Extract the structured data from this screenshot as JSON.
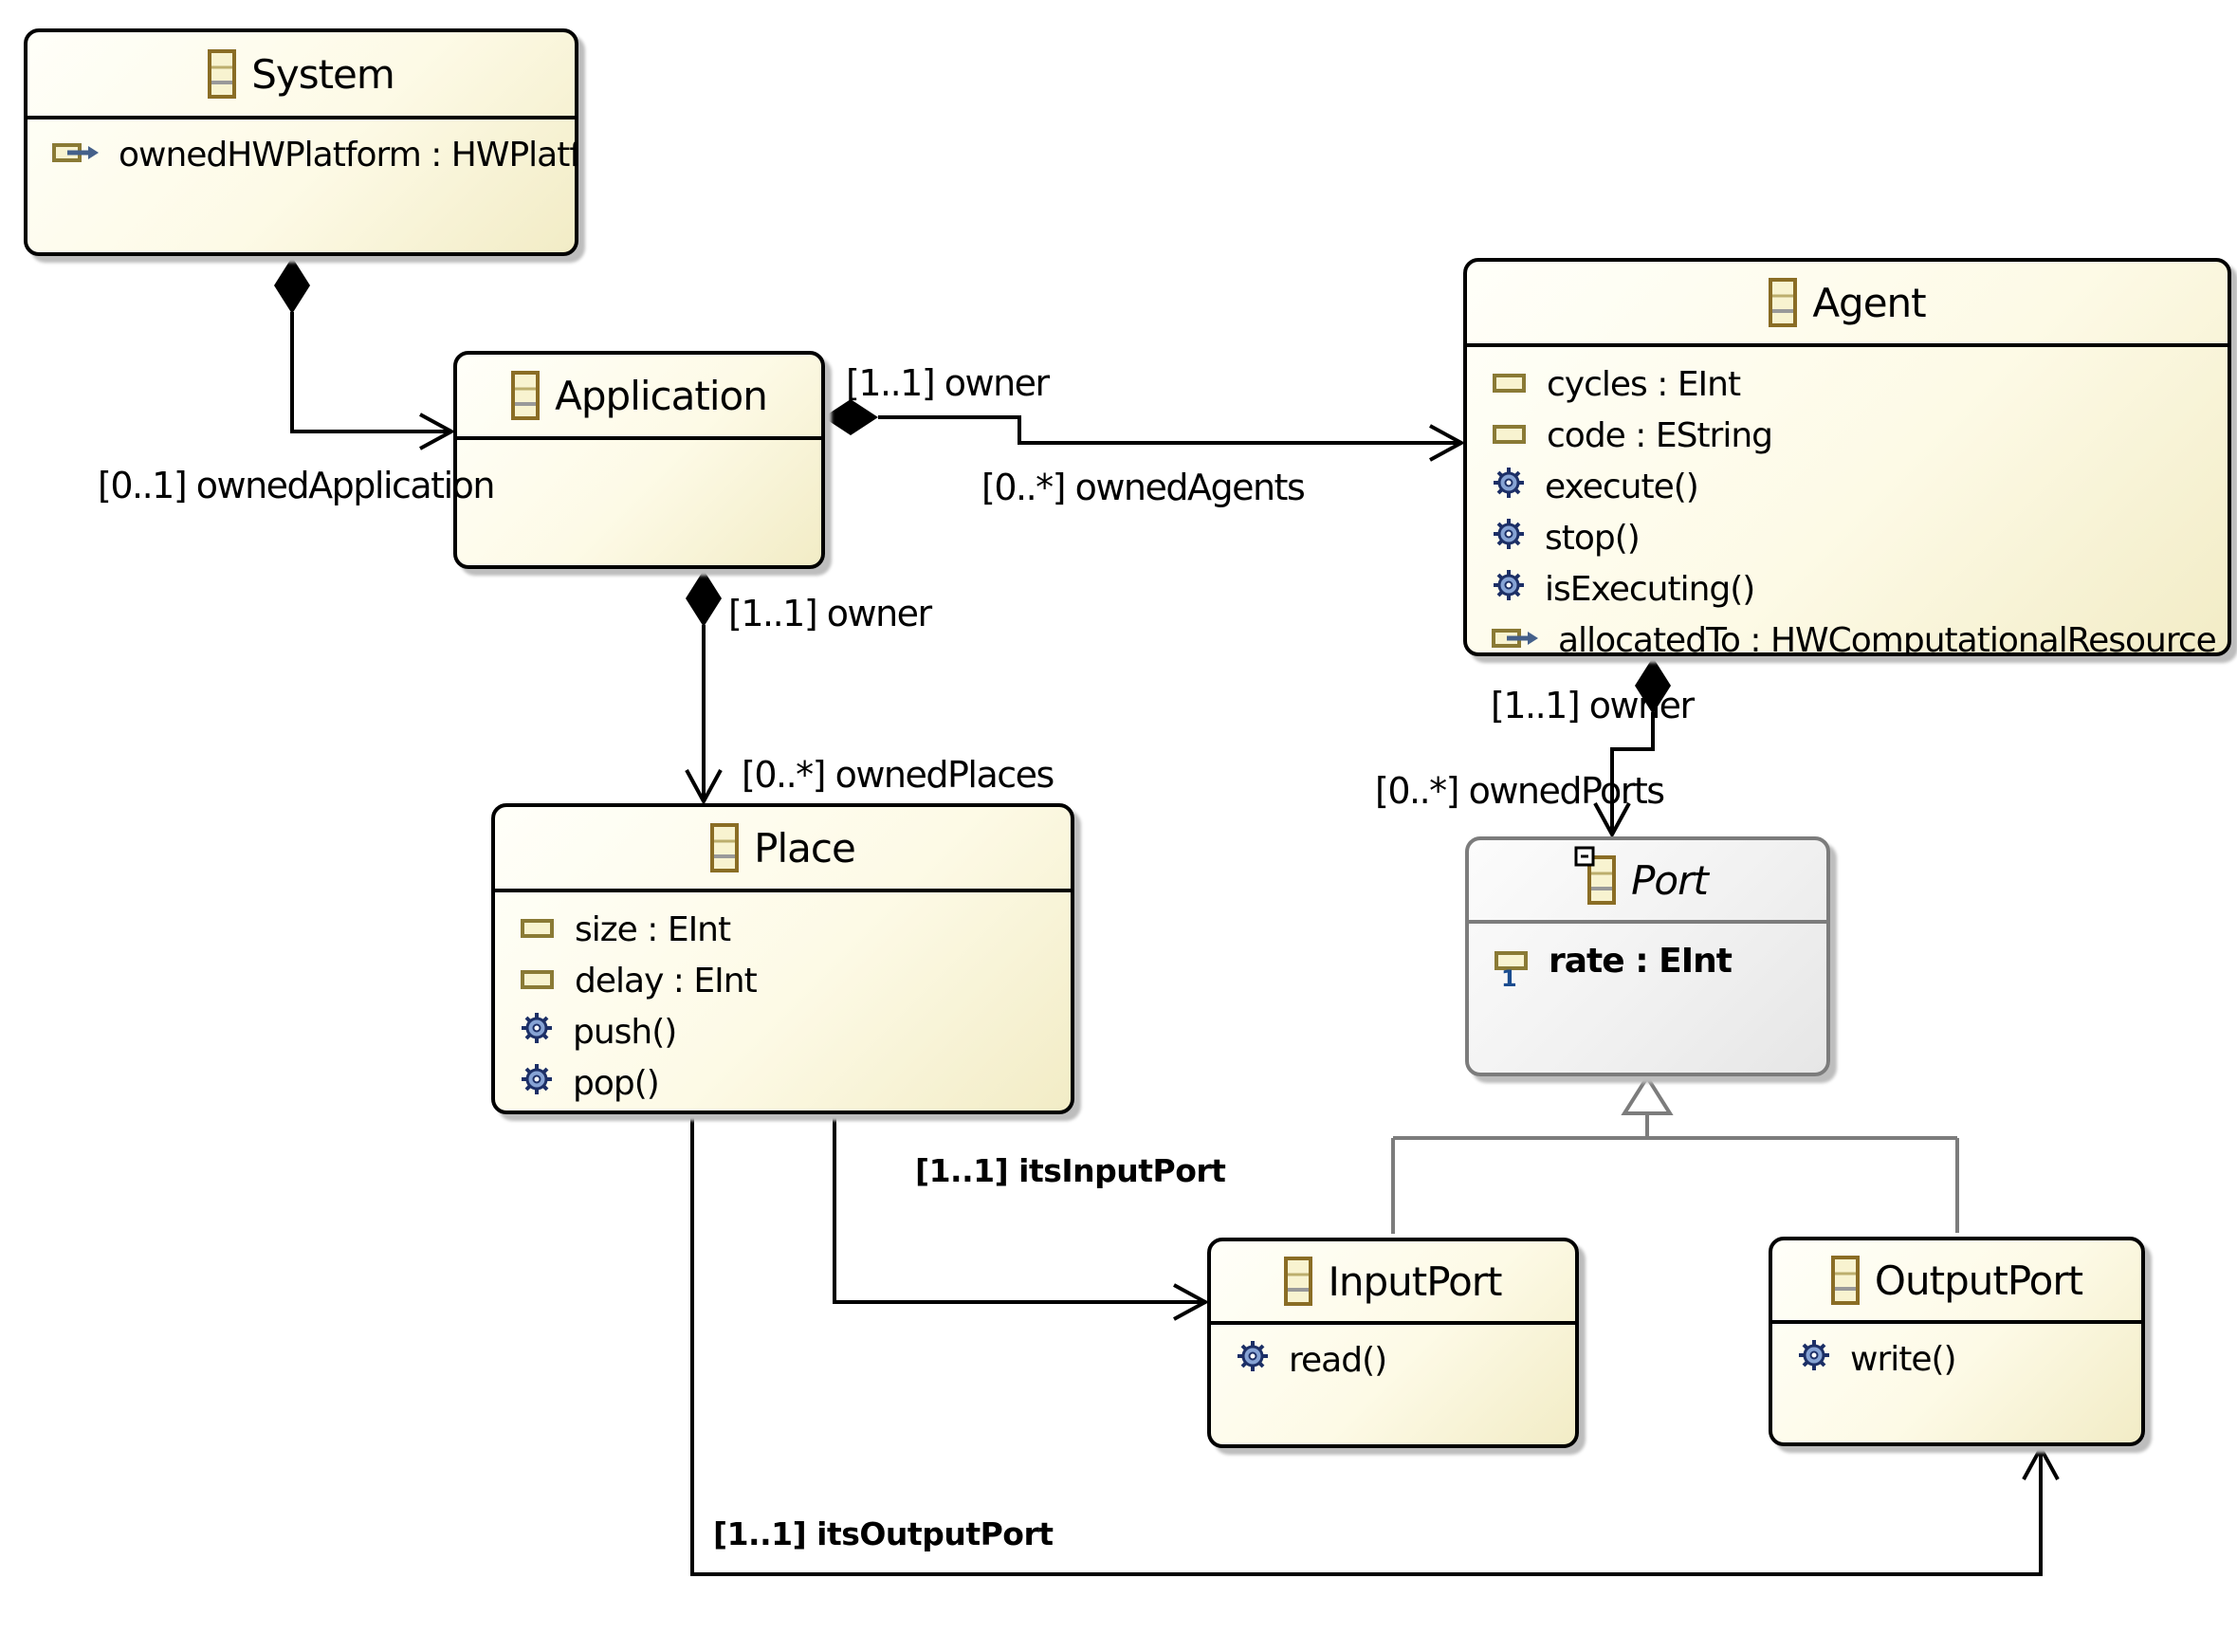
{
  "diagram": {
    "kind": "ecore-class-diagram",
    "colors": {
      "class_fill_top": "#fffff9",
      "class_fill_bottom": "#f2ecc6",
      "class_border": "#000000",
      "abstract_fill": "#f1f1f1",
      "abstract_border": "#7c7c7c",
      "edge_color": "#000000",
      "inheritance_color": "#7c7c7c",
      "operation_icon_blue": "#86a3d4",
      "icon_tan": "#8a7a35"
    }
  },
  "classes": {
    "system": {
      "name": "System",
      "members": [
        {
          "kind": "reference",
          "label": "ownedHWPlatform : HWPlatform"
        }
      ]
    },
    "application": {
      "name": "Application",
      "members": []
    },
    "agent": {
      "name": "Agent",
      "members": [
        {
          "kind": "attribute",
          "label": "cycles : EInt"
        },
        {
          "kind": "attribute",
          "label": "code : EString"
        },
        {
          "kind": "operation",
          "label": "execute()"
        },
        {
          "kind": "operation",
          "label": "stop()"
        },
        {
          "kind": "operation",
          "label": "isExecuting()"
        },
        {
          "kind": "reference",
          "label": "allocatedTo : HWComputationalResource"
        }
      ]
    },
    "place": {
      "name": "Place",
      "members": [
        {
          "kind": "attribute",
          "label": "size : EInt"
        },
        {
          "kind": "attribute",
          "label": "delay : EInt"
        },
        {
          "kind": "operation",
          "label": "push()"
        },
        {
          "kind": "operation",
          "label": "pop()"
        }
      ]
    },
    "port": {
      "name": "Port",
      "abstract": true,
      "members": [
        {
          "kind": "attribute-required",
          "label": "rate : EInt",
          "lower_bound": "1"
        }
      ]
    },
    "input_port": {
      "name": "InputPort",
      "members": [
        {
          "kind": "operation",
          "label": "read()"
        }
      ]
    },
    "output_port": {
      "name": "OutputPort",
      "members": [
        {
          "kind": "operation",
          "label": "write()"
        }
      ]
    }
  },
  "edge_labels": {
    "owned_application": "[0..1] ownedApplication",
    "owner_agent": "[1..1] owner",
    "owned_agents": "[0..*] ownedAgents",
    "owner_place": "[1..1] owner",
    "owned_places": "[0..*] ownedPlaces",
    "owner_port": "[1..1] owner",
    "owned_ports": "[0..*] ownedPorts",
    "its_input_port": "[1..1] itsInputPort",
    "its_output_port": "[1..1] itsOutputPort"
  },
  "port_rate_lower_bound": "1"
}
